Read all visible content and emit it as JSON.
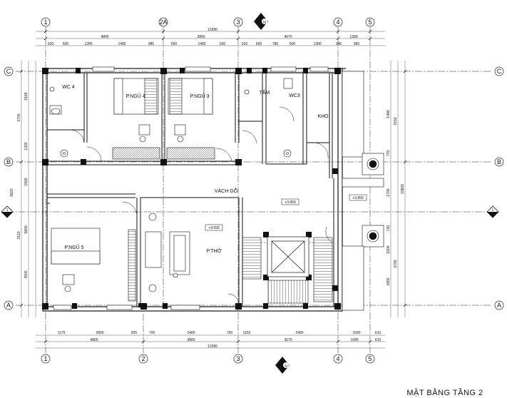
{
  "drawing_title": "MẶT BẰNG TẦNG 2",
  "grid_axes": {
    "vertical": [
      "1",
      "2A",
      "2",
      "3",
      "4",
      "5"
    ],
    "horizontal": [
      "C",
      "B",
      "A"
    ],
    "section_mark": "1"
  },
  "north_arrow_label": "N",
  "rooms": {
    "wc4": "WC 4",
    "bed4": "P.NGỦ 4",
    "bed3": "P.NGỦ 3",
    "tam": "TẮM",
    "wc3": "WC3",
    "kho": "KHO",
    "bed5": "P.NGỦ 5",
    "worship": "P.THỜ",
    "partition": "VÁCH GỖ"
  },
  "levels": {
    "lvl_a": "+4.090",
    "lvl_b": "+3.960",
    "lvl_c": "+3.850"
  },
  "top_dims": {
    "total": "13390",
    "row2": [
      "4800",
      "3800",
      "4070",
      "1390"
    ],
    "row3": [
      "520",
      "600",
      "1285",
      "1400",
      "985",
      "600",
      "1400",
      "600",
      "520",
      "600",
      "780",
      "600",
      "1300",
      "240",
      "950"
    ]
  },
  "bottom_dims": {
    "row1": [
      "1175",
      "2800",
      "825",
      "700",
      "2400",
      "700",
      "1150",
      "2400",
      "1690",
      "610"
    ],
    "row2": [
      "4800",
      "3800",
      "3070",
      "1690",
      "610"
    ],
    "total": "13390"
  },
  "left_dims": {
    "outer": [
      "3700",
      "3120",
      "9820"
    ],
    "inner": [
      "2166",
      "1330",
      "1500",
      "5800",
      "4500"
    ]
  },
  "right_dims": {
    "outer": [
      "10800",
      "2150",
      "3790"
    ],
    "inner": [
      "1400",
      "770",
      "1700",
      "720",
      "1800",
      "1850"
    ]
  }
}
